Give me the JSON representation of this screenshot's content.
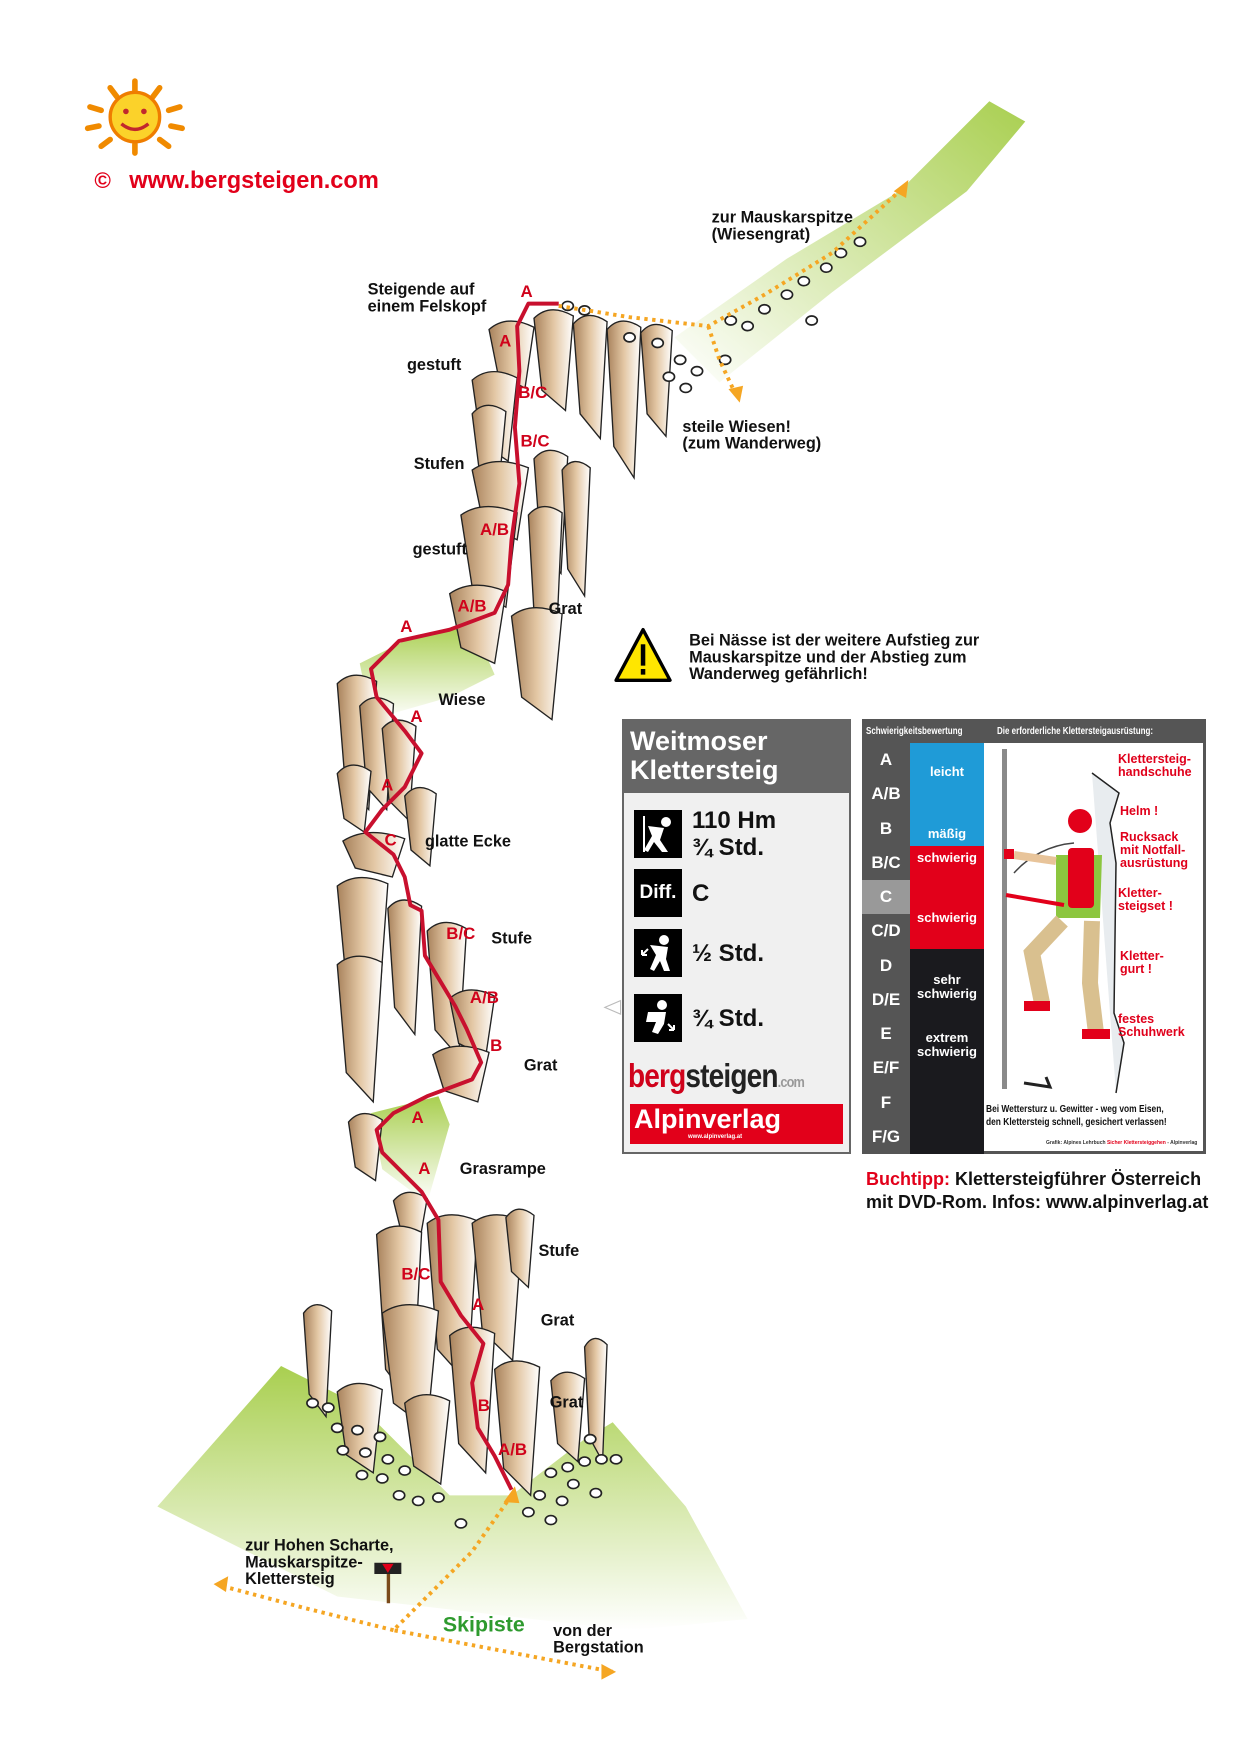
{
  "brand": {
    "copyright_symbol": "©",
    "url": "www.bergsteigen.com",
    "logo_icon": "sun-face-icon"
  },
  "colors": {
    "route": "#c8102e",
    "path": "#f5a623",
    "grade": "#d0021b",
    "meadow": "#b5d56a",
    "rock": "#d9b48a"
  },
  "topo_labels": {
    "mauskarspitze": [
      "zur Mauskarspitze",
      "(Wiesengrat)"
    ],
    "steigende": [
      "Steigende auf",
      "einem Felskopf"
    ],
    "gestuft_1": "gestuft",
    "steile_wiesen": [
      "steile Wiesen!",
      "(zum Wanderweg)"
    ],
    "stufen": "Stufen",
    "gestuft_2": "gestuft",
    "grat_1": "Grat",
    "wiese": "Wiese",
    "glatte_ecke": "glatte Ecke",
    "stufe_1": "Stufe",
    "grat_2": "Grat",
    "grasrampe": "Grasrampe",
    "stufe_2": "Stufe",
    "grat_3": "Grat",
    "grat_4": "Grat",
    "hohe_scharte": [
      "zur Hohen Scharte,",
      "Mauskarspitze-",
      "Klettersteig"
    ],
    "skipiste": "Skipiste",
    "bergstation": [
      "von der",
      "Bergstation"
    ]
  },
  "route_grades": [
    "A",
    "A",
    "B/C",
    "B/C",
    "A/B",
    "A/B",
    "A",
    "A",
    "A",
    "C",
    "B/C",
    "A/B",
    "B",
    "A",
    "A",
    "B/C",
    "A",
    "B",
    "A/B"
  ],
  "warning": {
    "icon": "warning-triangle-icon",
    "lines": [
      "Bei Nässe ist der weitere Aufstieg zur",
      "Mauskarspitze und der Abstieg zum",
      "Wanderweg gefährlich!"
    ]
  },
  "info": {
    "title": [
      "Weitmoser",
      "Klettersteig"
    ],
    "height": "110 Hm",
    "climb_time": "¾ Std.",
    "diff_label": "Diff.",
    "difficulty": "C",
    "approach_time": "½ Std.",
    "descent_time": "¾ Std.",
    "logo1_a": "berg",
    "logo1_b": "steigen",
    "logo1_c": ".com",
    "logo2": "Alpinverlag",
    "logo2_url": "www.alpinverlag.at"
  },
  "legend": {
    "header_left": "Schwierigkeitsbewertung",
    "header_right": "Die erforderliche Klettersteigausrüstung:",
    "grades": [
      "A",
      "A/B",
      "B",
      "B/C",
      "C",
      "C/D",
      "D",
      "D/E",
      "E",
      "E/F",
      "F",
      "F/G"
    ],
    "highlighted": "C",
    "levels": {
      "leicht": "leicht",
      "maessig": "mäßig",
      "schwierig1": "schwierig",
      "schwierig2": "schwierig",
      "sehr": [
        "sehr",
        "schwierig"
      ],
      "extrem": [
        "extrem",
        "schwierig"
      ]
    },
    "equipment": {
      "gloves": [
        "Klettersteig-",
        "handschuhe"
      ],
      "helmet": "Helm !",
      "backpack": [
        "Rucksack",
        "mit Notfall-",
        "ausrüstung"
      ],
      "set": [
        "Kletter-",
        "steigset !"
      ],
      "harness": [
        "Kletter-",
        "gurt !"
      ],
      "shoes": [
        "festes",
        "Schuhwerk"
      ]
    },
    "warning": [
      "Bei Wettersturz u. Gewitter - weg vom Eisen,",
      "den Klettersteig schnell, gesichert verlassen!"
    ],
    "credit_a": "Grafik: Alpines Lehrbuch ",
    "credit_b": "Sicher Klettersteiggehen",
    "credit_c": " - Alpinverlag"
  },
  "buchtipp": {
    "label": "Buchtipp:",
    "text1": " Klettersteigführer Österreich",
    "text2": "mit DVD-Rom. Infos: www.alpinverlag.at"
  }
}
